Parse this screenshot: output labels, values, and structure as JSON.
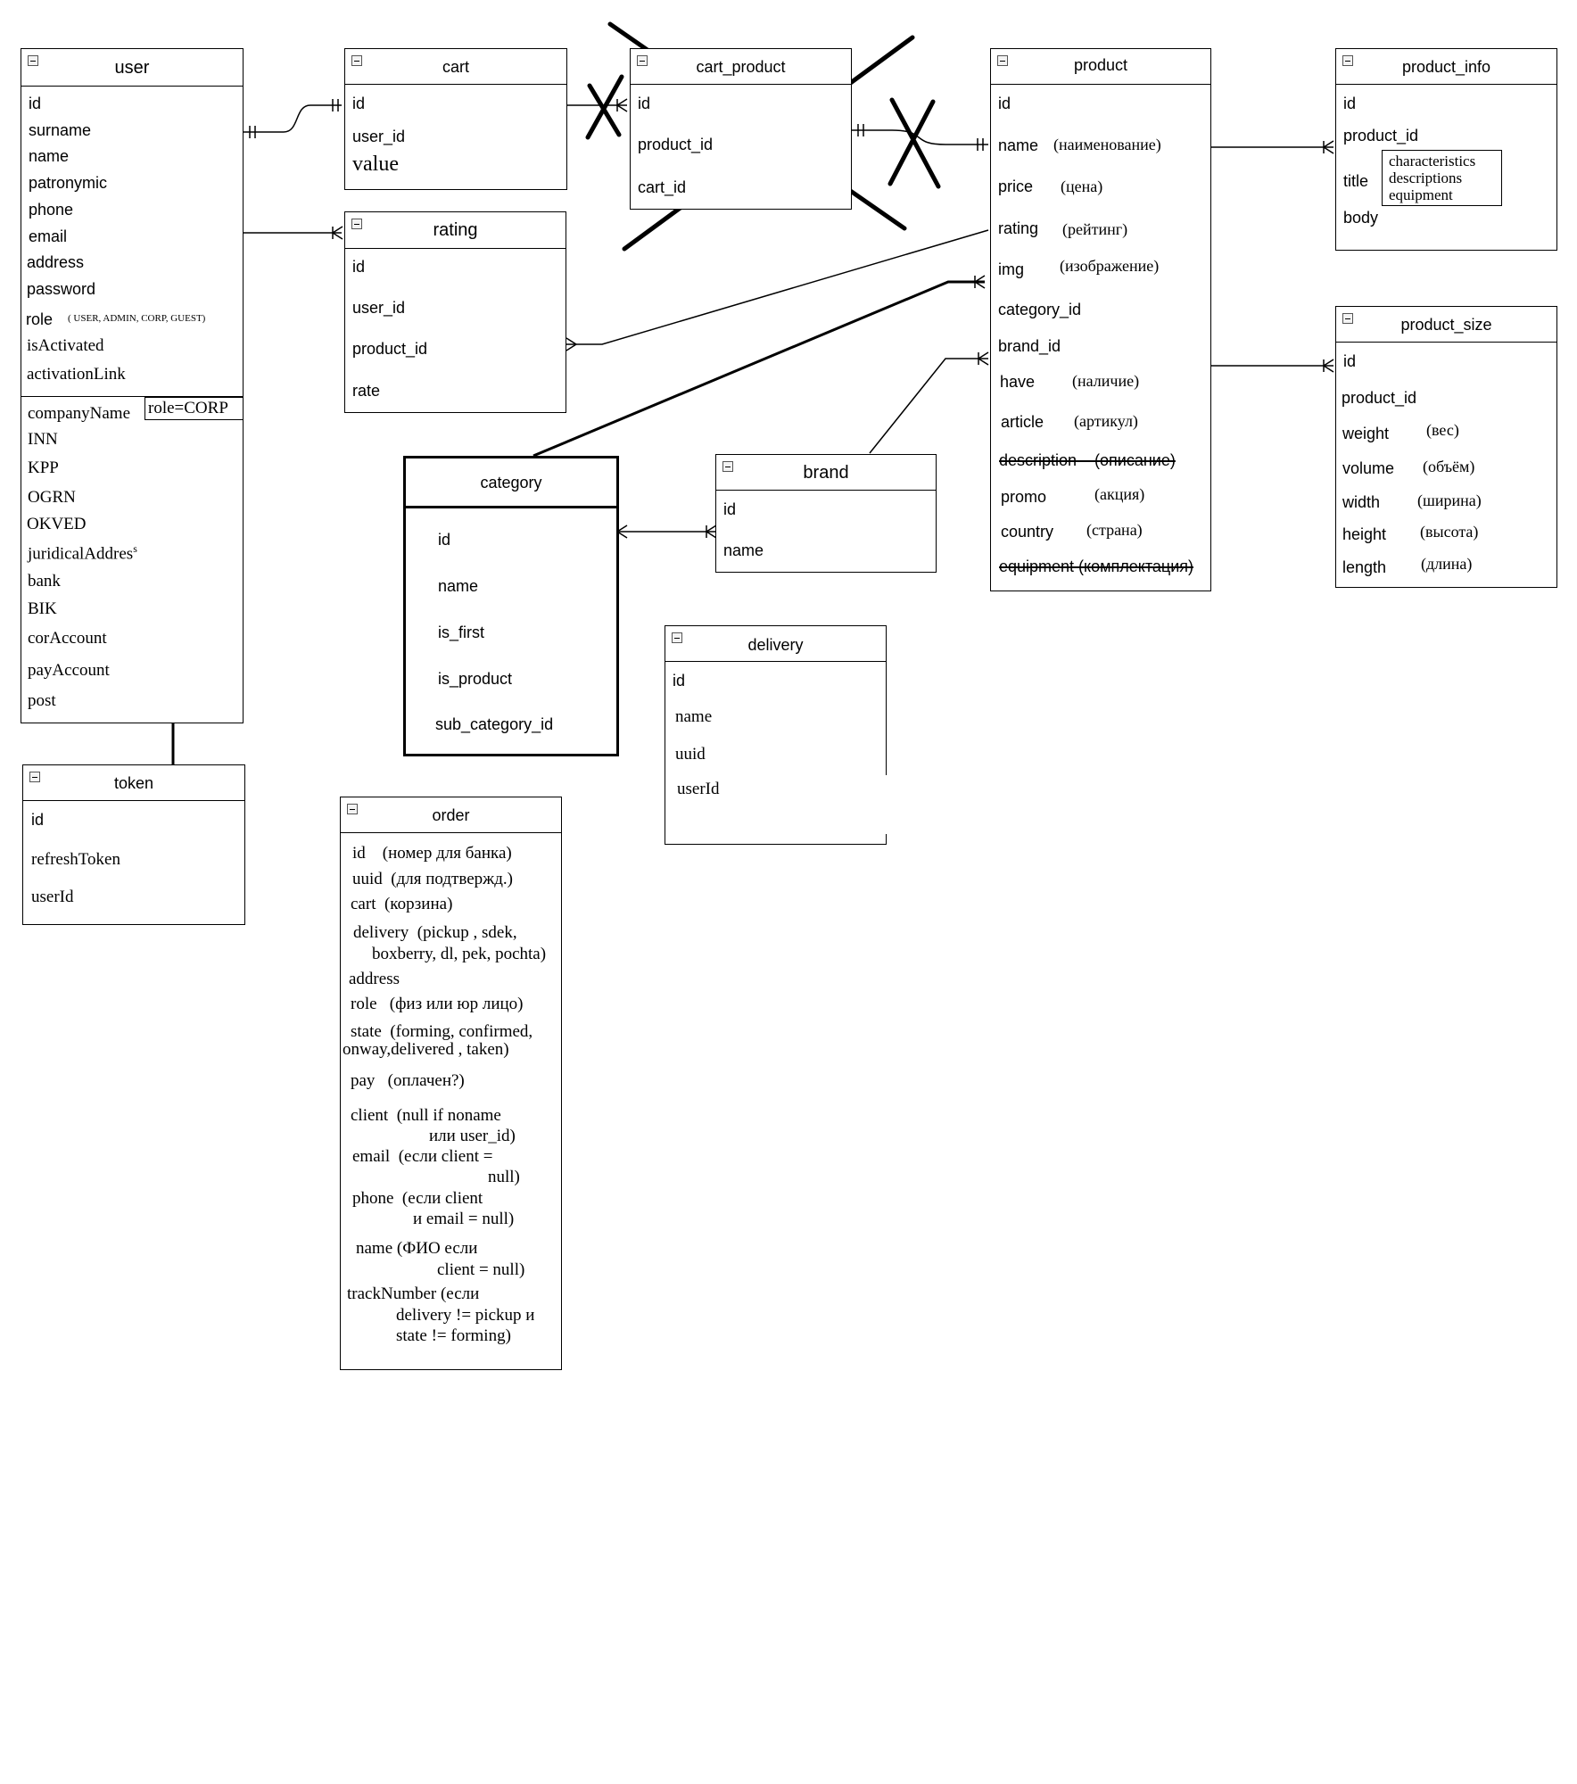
{
  "entities": {
    "user": {
      "title": "user",
      "fields": [
        "id",
        "surname",
        "name",
        "patronymic",
        "phone",
        "email",
        "address",
        "password"
      ],
      "role_label": "role",
      "role_values": "( USER, ADMIN, CORP, GUEST)",
      "is_activated": "isActivated",
      "activation_link": "activationLink",
      "corp_fields": [
        "companyName",
        "INN",
        "KPP",
        "OGRN",
        "OKVED"
      ],
      "juridical_address": "juridicalAddres",
      "juridical_address_suffix": "s",
      "corp_fields_tail": [
        "bank",
        "BIK",
        "corAccount",
        "payAccount",
        "post"
      ],
      "corp_condition": "role=CORP"
    },
    "cart": {
      "title": "cart",
      "fields": [
        "id",
        "user_id"
      ],
      "value_field": "value"
    },
    "cart_product": {
      "title": "cart_product",
      "fields": [
        "id",
        "product_id",
        "cart_id"
      ]
    },
    "product": {
      "title": "product",
      "id": "id",
      "rows": [
        {
          "field": "name",
          "note": "(наименование)"
        },
        {
          "field": "price",
          "note": "(цена)"
        },
        {
          "field": "rating",
          "note": "(рейтинг)"
        },
        {
          "field": "img",
          "note": "(изображение)"
        }
      ],
      "category_id": "category_id",
      "brand_id": "brand_id",
      "rows2": [
        {
          "field": "have",
          "note": "(наличие)"
        },
        {
          "field": "article",
          "note": "(артикул)"
        }
      ],
      "description_struck": "description    (описание)",
      "rows3": [
        {
          "field": "promo",
          "note": "(акция)"
        },
        {
          "field": "country",
          "note": "(страна)"
        }
      ],
      "equipment_struck": "equipment (комплектация)"
    },
    "product_info": {
      "title": "product_info",
      "fields": [
        "id",
        "product_id"
      ],
      "title_field": "title",
      "title_values": [
        "characteristics",
        "descriptions",
        "equipment"
      ],
      "body_field": "body"
    },
    "rating": {
      "title": "rating",
      "fields": [
        "id",
        "user_id",
        "product_id",
        "rate"
      ]
    },
    "product_size": {
      "title": "product_size",
      "fields": [
        "id",
        "product_id"
      ],
      "rows": [
        {
          "field": "weight",
          "note": "(вес)"
        },
        {
          "field": "volume",
          "note": "(объём)"
        },
        {
          "field": "width",
          "note": "(ширина)"
        },
        {
          "field": "height",
          "note": "(высота)"
        },
        {
          "field": "length",
          "note": "(длина)"
        }
      ]
    },
    "category": {
      "title": "category",
      "fields": [
        "id",
        "name",
        "is_first",
        "is_product",
        "sub_category_id"
      ]
    },
    "brand": {
      "title": "brand",
      "fields": [
        "id",
        "name"
      ]
    },
    "delivery": {
      "title": "delivery",
      "fields": [
        "id",
        "name",
        "uuid",
        "userId"
      ]
    },
    "token": {
      "title": "token",
      "fields": [
        "id",
        "refreshToken",
        "userId"
      ]
    },
    "order": {
      "title": "order",
      "lines": [
        "id    (номер для банка)",
        "uuid  (для подтвержд.)",
        "cart  (корзина)",
        "delivery  (pickup , sdek,",
        "boxberry, dl, pek, pochta)",
        "address",
        "role   (физ или юр лицо)",
        "state  (forming, confirmed,",
        "onway,delivered , taken)",
        "pay   (оплачен?)",
        "client  (null if noname",
        "или user_id)",
        "email  (если client =",
        "null)",
        "phone  (если client",
        "и email = null)",
        "name (ФИО если",
        "client = null)",
        "trackNumber (если",
        "delivery != pickup и",
        "state != forming)"
      ]
    }
  }
}
